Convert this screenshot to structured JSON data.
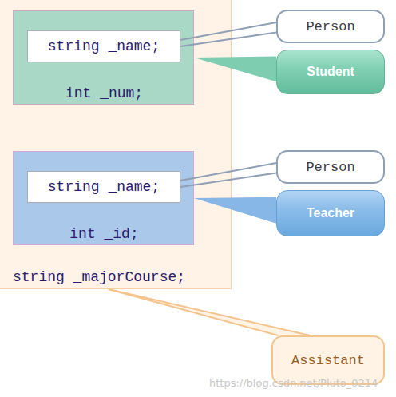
{
  "diagram": {
    "nodes": [
      {
        "text": [
          "string _majorCourse;"
        ]
      },
      {
        "text": [
          "int _num;"
        ],
        "in": 0
      },
      {
        "text": [
          "string _name;"
        ],
        "in": 1
      },
      {
        "text": [
          "Person"
        ]
      },
      {
        "text": [
          "Student"
        ]
      },
      {
        "text": [
          "int _id;"
        ],
        "in": 0
      },
      {
        "text": [
          "string _name;"
        ],
        "in": 5
      },
      {
        "text": [
          "Person"
        ]
      },
      {
        "text": [
          "Teacher"
        ]
      },
      {
        "text": [
          "Assistant"
        ]
      }
    ],
    "edges": [
      {
        "from": 3,
        "to": 2,
        "arrow": "none"
      },
      {
        "from": 4,
        "to": 1,
        "arrow": "none"
      },
      {
        "from": 7,
        "to": 6,
        "arrow": "none"
      },
      {
        "from": 8,
        "to": 5,
        "arrow": "none"
      },
      {
        "from": 9,
        "to": 0,
        "arrow": "none"
      }
    ],
    "labels": [
      "https://blog.csdn.net/Pluto_0214"
    ]
  }
}
